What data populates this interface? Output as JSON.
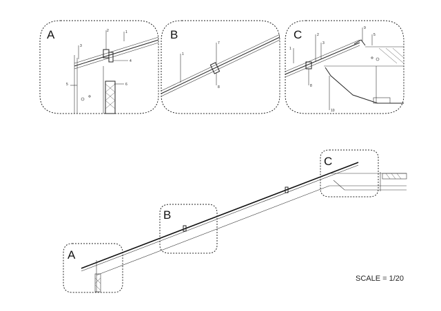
{
  "details": [
    {
      "label": "A"
    },
    {
      "label": "B"
    },
    {
      "label": "C"
    }
  ],
  "callouts": {
    "A": [
      "1",
      "2",
      "3",
      "4",
      "5",
      "6"
    ],
    "B": [
      "1",
      "7",
      "8"
    ],
    "C": [
      "1",
      "2",
      "3",
      "9",
      "5",
      "8",
      "10"
    ]
  },
  "overview_labels": [
    "A",
    "B",
    "C"
  ],
  "scale_text": "SCALE = 1/20"
}
